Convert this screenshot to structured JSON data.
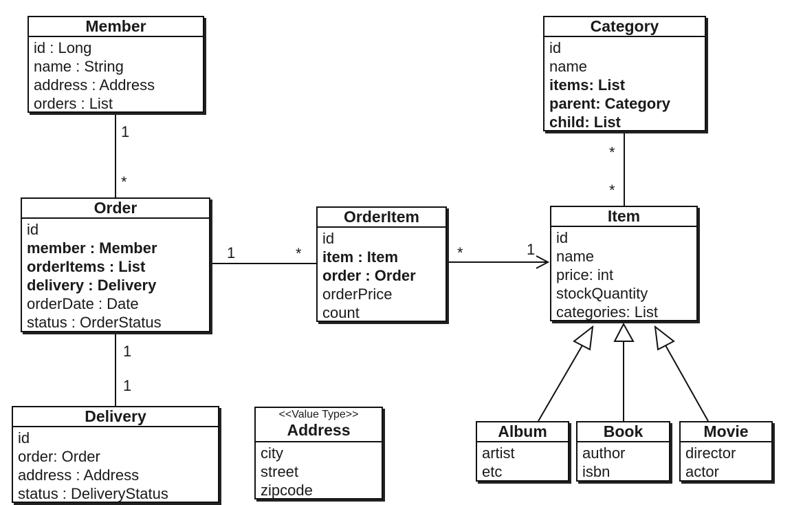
{
  "classes": {
    "member": {
      "name": "Member",
      "attributes": [
        "id : Long",
        "name : String",
        "address : Address",
        "orders : List"
      ]
    },
    "category": {
      "name": "Category",
      "attributes": [
        "id",
        "name",
        "items: List",
        "parent: Category",
        "child: List"
      ]
    },
    "order": {
      "name": "Order",
      "attributes": [
        "id",
        "member : Member",
        "orderItems : List",
        "delivery : Delivery",
        "orderDate : Date",
        "status : OrderStatus"
      ]
    },
    "orderitem": {
      "name": "OrderItem",
      "attributes": [
        "id",
        "item : Item",
        "order : Order",
        "orderPrice",
        "count"
      ]
    },
    "item": {
      "name": "Item",
      "attributes": [
        "id",
        "name",
        "price: int",
        "stockQuantity",
        "categories: List"
      ]
    },
    "delivery": {
      "name": "Delivery",
      "attributes": [
        "id",
        "order: Order",
        "address : Address",
        "status : DeliveryStatus"
      ]
    },
    "address": {
      "stereotype": "<<Value Type>>",
      "name": "Address",
      "attributes": [
        "city",
        "street",
        "zipcode"
      ]
    },
    "album": {
      "name": "Album",
      "attributes": [
        "artist",
        "etc"
      ]
    },
    "book": {
      "name": "Book",
      "attributes": [
        "author",
        "isbn"
      ]
    },
    "movie": {
      "name": "Movie",
      "attributes": [
        "director",
        "actor"
      ]
    }
  },
  "multiplicities": {
    "member_order_member_end": "1",
    "member_order_order_end": "*",
    "order_orderitem_order_end": "1",
    "order_orderitem_orderitem_end": "*",
    "orderitem_item_orderitem_end": "*",
    "orderitem_item_item_end": "1",
    "category_item_category_end": "*",
    "category_item_item_end": "*",
    "order_delivery_order_end": "1",
    "order_delivery_delivery_end": "1"
  }
}
